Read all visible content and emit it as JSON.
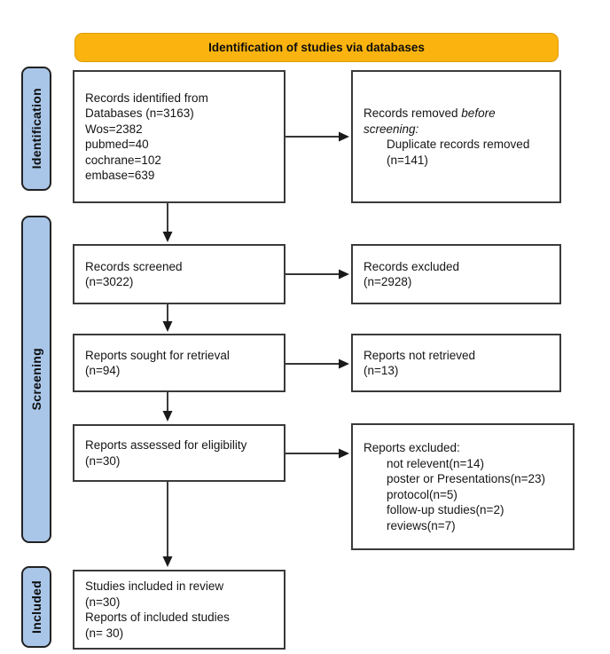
{
  "banner": {
    "title": "Identification of studies via databases"
  },
  "sidebar": {
    "identification": "Identification",
    "screening": "Screening",
    "included": "Included"
  },
  "boxes": {
    "records_identified": {
      "lines": [
        "Records identified from",
        "Databases (n=3163)",
        "Wos=2382",
        "pubmed=40",
        "cochrane=102",
        "embase=639"
      ]
    },
    "records_removed": {
      "prefix": "Records removed ",
      "italic_word": "before",
      "italic_line2": "screening:",
      "detail_lines": [
        "Duplicate records removed",
        "(n=141)"
      ]
    },
    "records_screened": {
      "lines": [
        "Records screened",
        "(n=3022)"
      ]
    },
    "records_excluded": {
      "lines": [
        "Records excluded",
        "(n=2928)"
      ]
    },
    "reports_sought": {
      "lines": [
        "Reports sought for retrieval",
        "(n=94)"
      ]
    },
    "reports_not_retrieved": {
      "lines": [
        "Reports not retrieved",
        "(n=13)"
      ]
    },
    "reports_assessed": {
      "lines": [
        "Reports assessed for eligibility",
        "(n=30)"
      ]
    },
    "reports_excluded": {
      "title": "Reports excluded:",
      "detail_lines": [
        "not relevent(n=14)",
        "poster or Presentations(n=23)",
        "protocol(n=5)",
        "follow-up studies(n=2)",
        "reviews(n=7)"
      ]
    },
    "studies_included": {
      "lines": [
        "Studies included in review",
        "(n=30)",
        "Reports of included studies",
        "(n= 30)"
      ]
    }
  },
  "colors": {
    "banner_fill": "#FBB40F",
    "banner_border": "#DE9D07",
    "stage_fill": "#A9C6E8",
    "box_border": "#3A3A3A",
    "arrow": "#1A1A1A"
  }
}
